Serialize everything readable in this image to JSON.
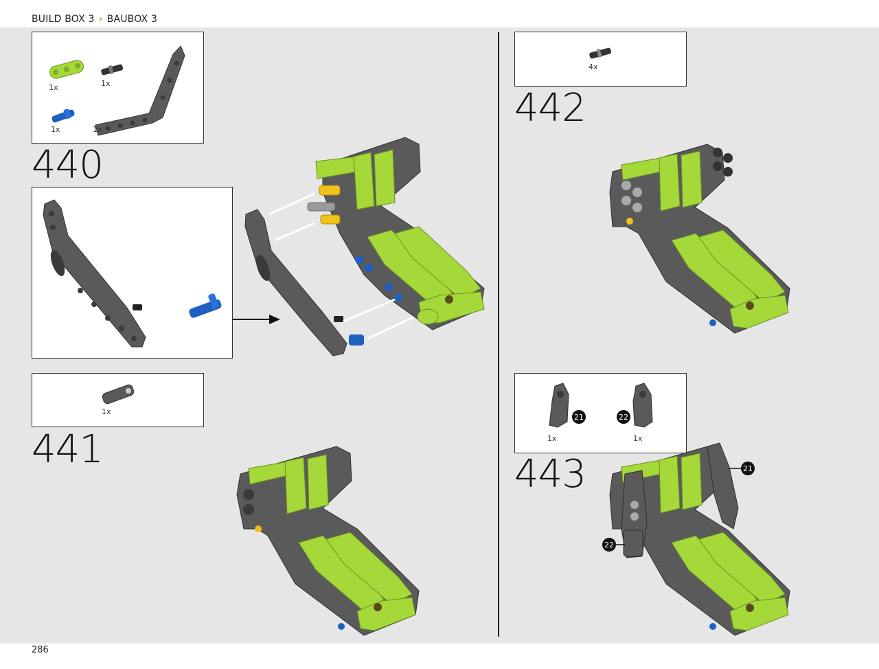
{
  "header": {
    "crumb_en": "BUILD BOX 3",
    "crumb_sep": "›",
    "crumb_de": "BAUBOX 3"
  },
  "footer": {
    "page_number": "286"
  },
  "steps": [
    {
      "number": "440",
      "parts": [
        "1x",
        "1x",
        "1x",
        "1x"
      ]
    },
    {
      "number": "441",
      "parts": [
        "1x"
      ]
    },
    {
      "number": "442",
      "parts": [
        "4x"
      ]
    },
    {
      "number": "443",
      "parts": [
        "1x",
        "1x"
      ],
      "callouts": [
        "21",
        "22"
      ]
    }
  ],
  "colors": {
    "lime": "#a5d93a",
    "dark_gray": "#5a5a5a",
    "blue": "#1f5fbf",
    "yellow": "#f2c21a",
    "background": "#e6e6e6"
  }
}
